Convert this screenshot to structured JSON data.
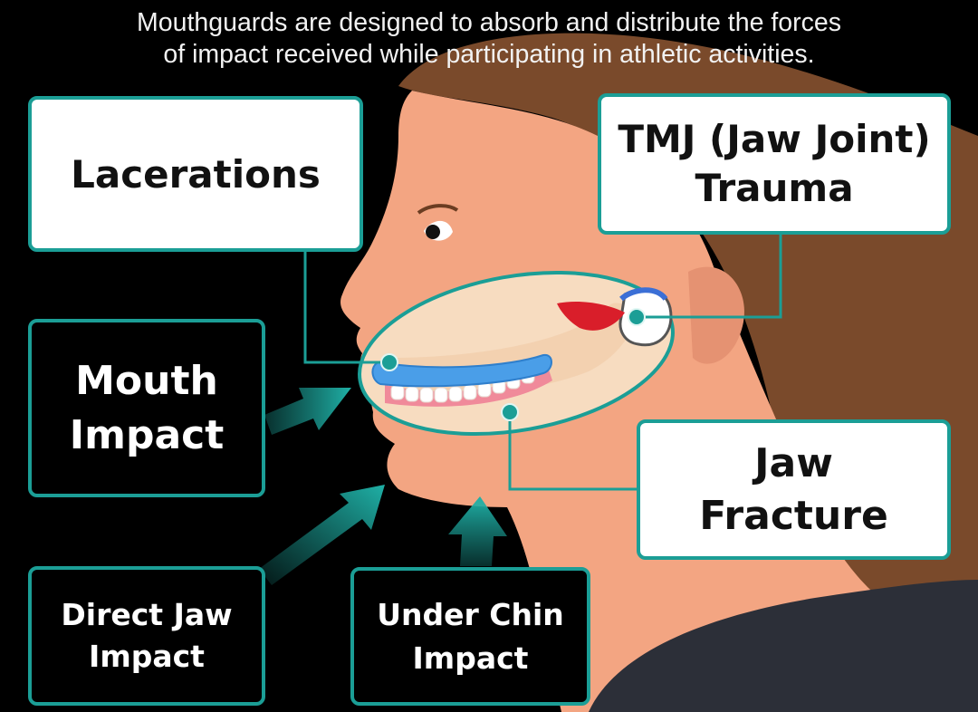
{
  "header": {
    "line1": "Mouthguards are designed to absorb and distribute the forces",
    "line2": "of impact received while participating in athletic activities."
  },
  "labels": {
    "lacerations": "Lacerations",
    "tmj": "TMJ (Jaw Joint)\nTrauma",
    "mouth_impact": "Mouth\nImpact",
    "jaw_fracture": "Jaw\nFracture",
    "direct_jaw_impact": "Direct Jaw\nImpact",
    "under_chin_impact": "Under Chin\nImpact"
  },
  "colors": {
    "accent": "#1b9e96",
    "skin": "#f3a582",
    "hair": "#7a4a2b",
    "mouthguard": "#4a9ee8",
    "shirt": "#2c2f38"
  }
}
